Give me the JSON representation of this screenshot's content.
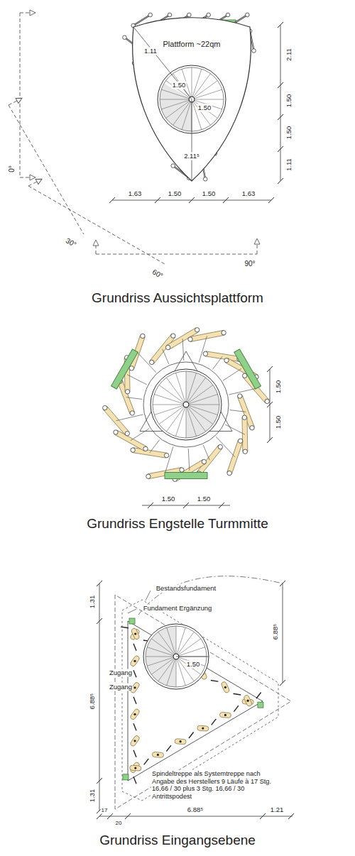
{
  "diagram": {
    "labels": [
      "Plattform ~22qm",
      "1.11",
      "1.50",
      "1.50",
      "2.11⁵",
      "2.11",
      "1.50",
      "1.50",
      "1.11",
      "1.63",
      "1.50",
      "1.50",
      "1.63",
      "0°",
      "30°",
      "60°",
      "90°",
      "Grundriss Aussichtsplattform",
      "1.50",
      "1.50",
      "1.50",
      "1.50",
      "Grundriss Engstelle Turmmitte",
      "Bestandsfundament",
      "Fundament Ergänzung",
      "6.88⁵",
      "1.31",
      "6.88⁵",
      "1.31",
      "Zugang",
      "Zugang",
      "1.50",
      "Spindeltreppe als Systemtreppe nach Angabe des Herstellers 9 Läufe à 17 Stg. 16,66 / 30 plus 3 Stg. 16,66 / 30 Antrittspodest",
      "17",
      "20",
      "6.88⁵",
      "1.21",
      "Grundriss Eingangsebene"
    ]
  }
}
